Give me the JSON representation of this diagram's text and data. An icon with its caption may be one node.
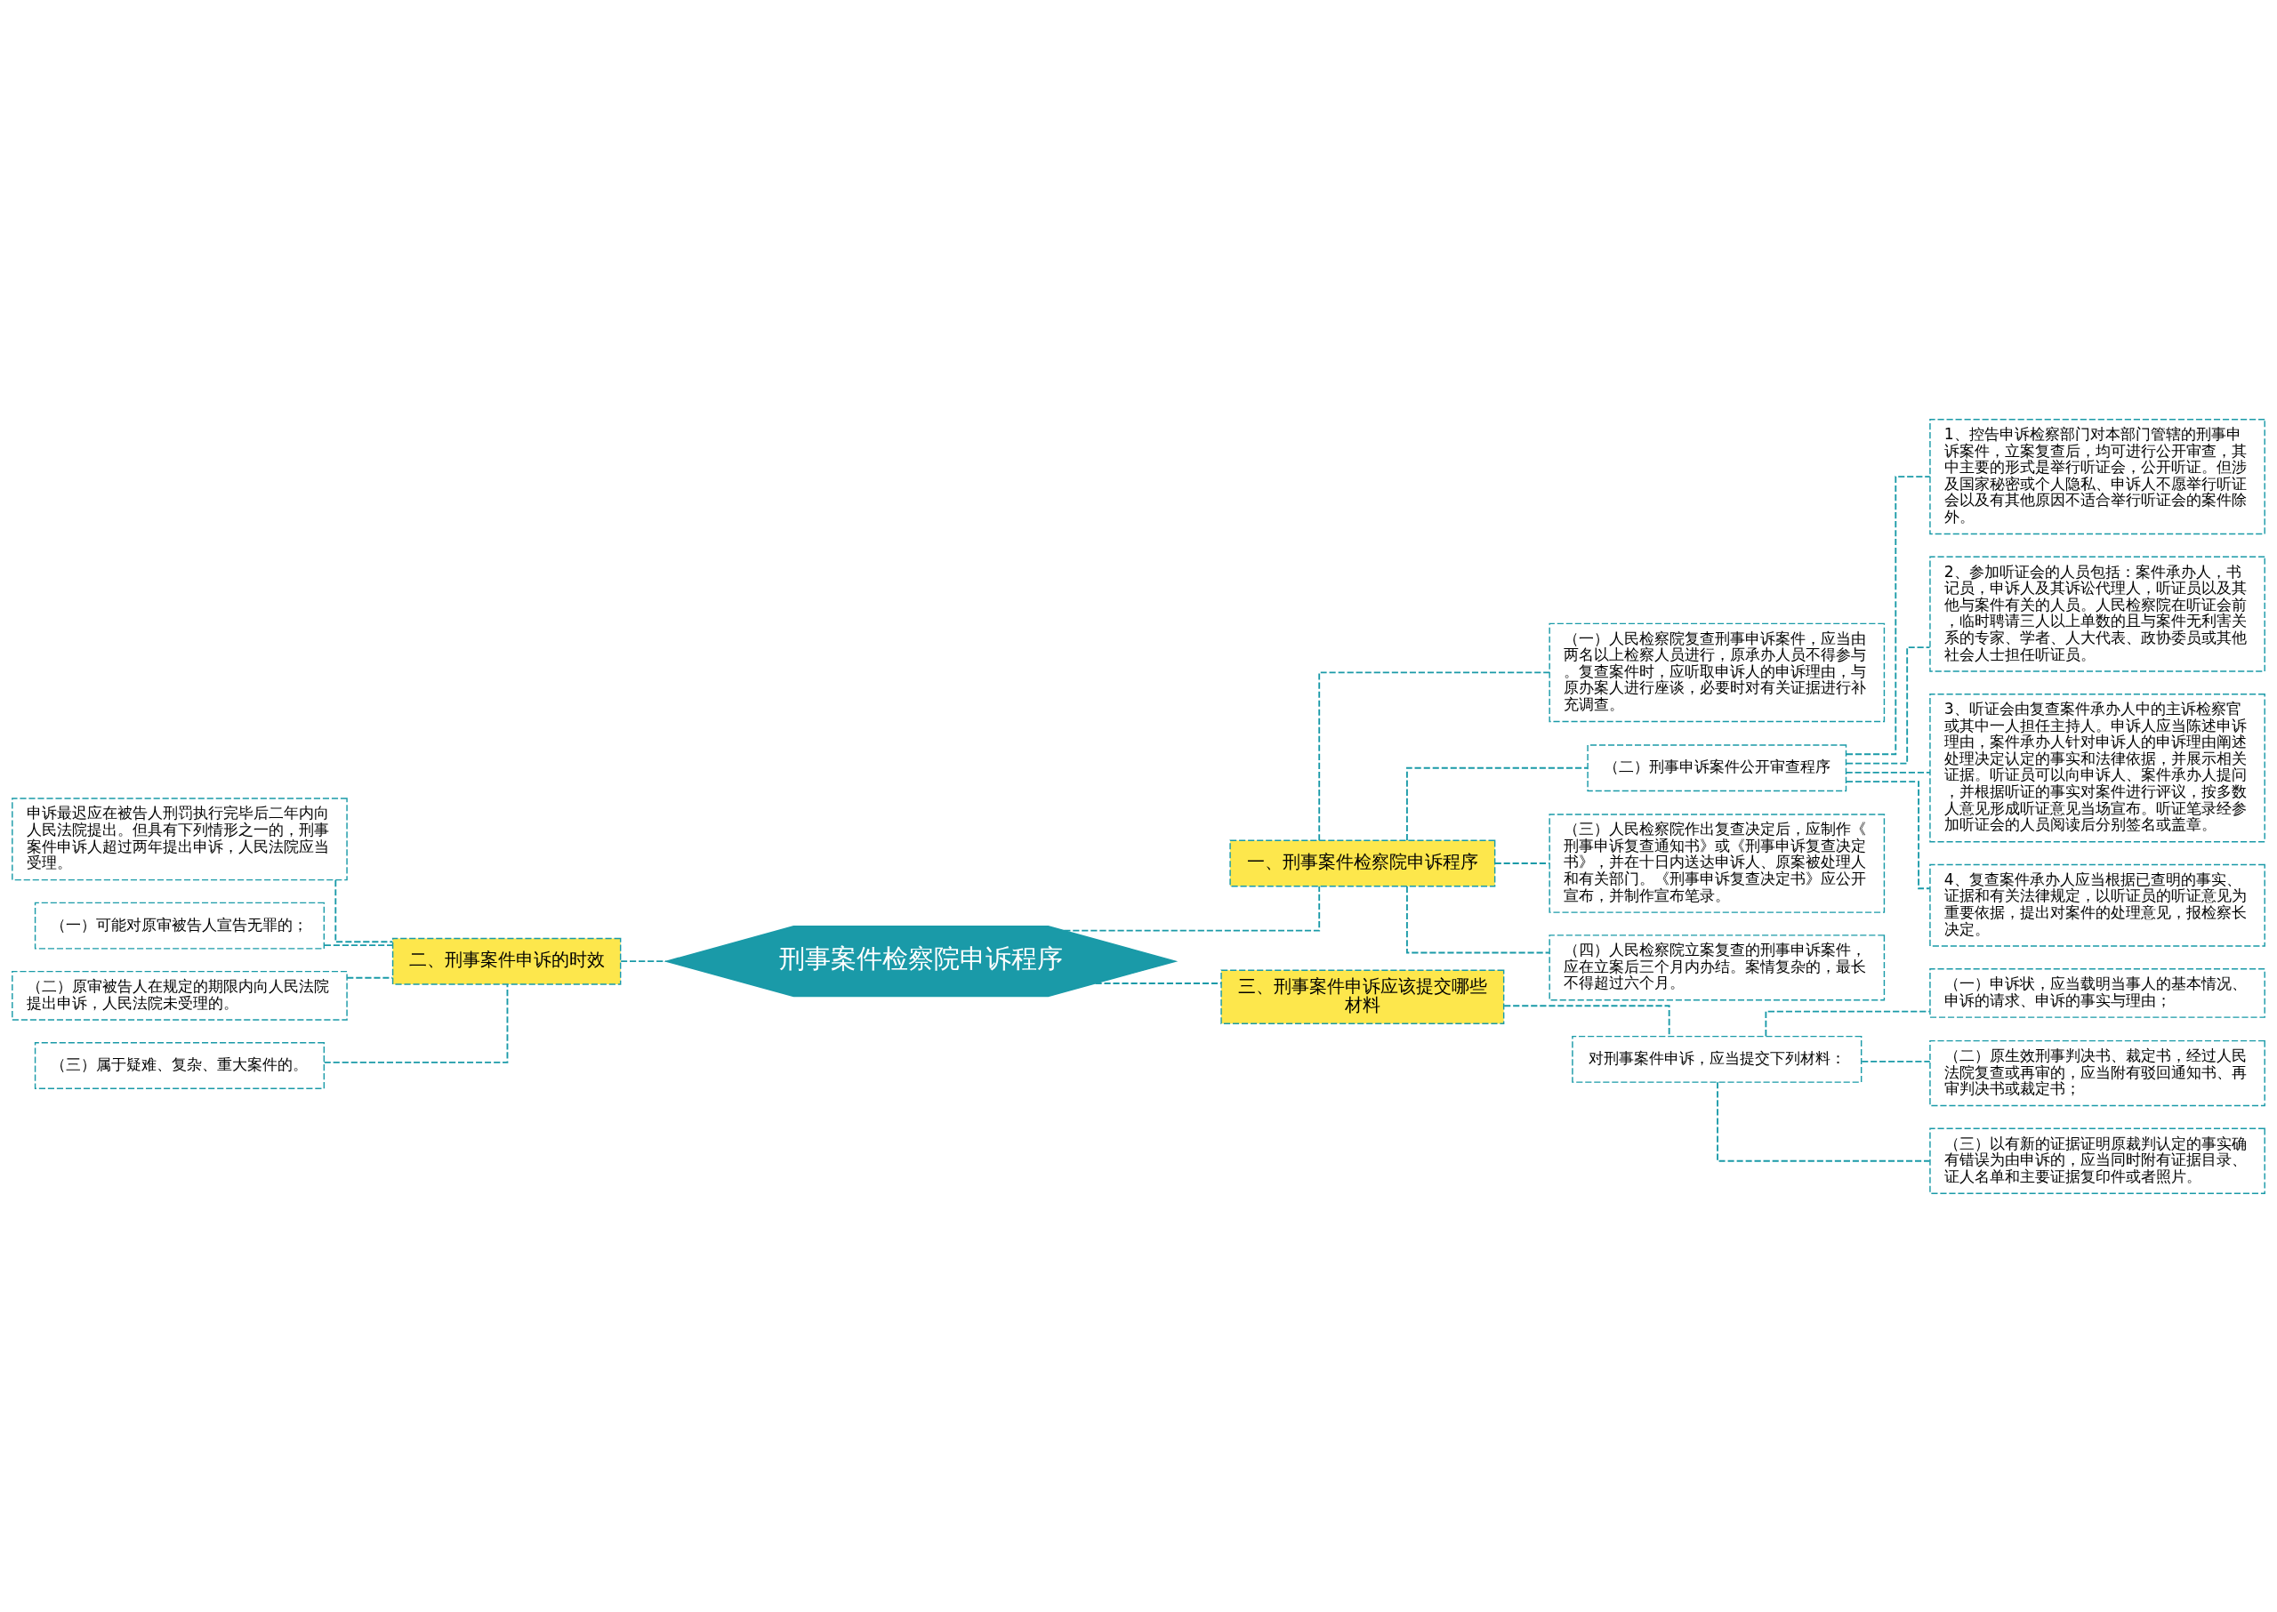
{
  "diagram": {
    "nodes": [
      {
        "text": [
          "刑事案件检察院申诉程序"
        ]
      },
      {
        "text": [
          "一、刑事案件检察院申诉程序"
        ]
      },
      {
        "text": [
          "（一）人民检察院复查刑事申诉案件，应当由两名以上检察人员进行，原承办人员不得参与。复查案件时，应听取申诉人的申诉理由，与原办案人进行座谈，必要时对有关证据进行补充调查。"
        ]
      },
      {
        "text": [
          "（二）刑事申诉案件公开审查程序"
        ]
      },
      {
        "text": [
          "1、控告申诉检察部门对本部门管辖的刑事申诉案件，立案复查后，均可进行公开审查，其中主要的形式是举行听证会，公开听证。但涉及国家秘密或个人隐私、申诉人不愿举行听证会以及有其他原因不适合举行听证会的案件除外。"
        ]
      },
      {
        "text": [
          "2、参加听证会的人员包括：案件承办人，书记员，申诉人及其诉讼代理人，听证员以及其他与案件有关的人员。人民检察院在听证会前，临时聘请三人以上单数的且与案件无利害关系的专家、学者、人大代表、政协委员或其他社会人士担任听证员。"
        ]
      },
      {
        "text": [
          "3、听证会由复查案件承办人中的主诉检察官或其中一人担任主持人。申诉人应当陈述申诉理由，案件承办人针对申诉人的申诉理由阐述处理决定认定的事实和法律依据，并展示相关证据。听证员可以向申诉人、案件承办人提问，并根据听证的事实对案件进行评议，按多数人意见形成听证意见当场宣布。听证笔录经参加听证会的人员阅读后分别签名或盖章。"
        ]
      },
      {
        "text": [
          "4、复查案件承办人应当根据已查明的事实、证据和有关法律规定，以听证员的听证意见为重要依据，提出对案件的处理意见，报检察长决定。"
        ]
      },
      {
        "text": [
          "（三）人民检察院作出复查决定后，应制作《刑事申诉复查通知书》或《刑事申诉复查决定书》，并在十日内送达申诉人、原案被处理人和有关部门。《刑事申诉复查决定书》应公开宣布，并制作宣布笔录。"
        ]
      },
      {
        "text": [
          "（四）人民检察院立案复查的刑事申诉案件，应在立案后三个月内办结。案情复杂的，最长不得超过六个月。"
        ]
      },
      {
        "text": [
          "二、刑事案件申诉的时效"
        ]
      },
      {
        "text": [
          "申诉最迟应在被告人刑罚执行完毕后二年内向人民法院提出。但具有下列情形之一的，刑事案件申诉人超过两年提出申诉，人民法院应当受理。"
        ]
      },
      {
        "text": [
          "（一）可能对原审被告人宣告无罪的；"
        ]
      },
      {
        "text": [
          "（二）原审被告人在规定的期限内向人民法院提出申诉，人民法院未受理的。"
        ]
      },
      {
        "text": [
          "（三）属于疑难、复杂、重大案件的。"
        ]
      },
      {
        "text": [
          "三、刑事案件申诉应该提交哪些材料"
        ]
      },
      {
        "text": [
          "对刑事案件申诉，应当提交下列材料："
        ]
      },
      {
        "text": [
          "（一）申诉状，应当载明当事人的基本情况、申诉的请求、申诉的事实与理由；"
        ]
      },
      {
        "text": [
          "（二）原生效刑事判决书、裁定书，经过人民法院复查或再审的，应当附有驳回通知书、再审判决书或裁定书；"
        ]
      },
      {
        "text": [
          "（三）以有新的证据证明原裁判认定的事实确有错误为由申诉的，应当同时附有证据目录、证人名单和主要证据复印件或者照片。"
        ]
      }
    ],
    "edges": [
      {
        "from": 0,
        "to": 1,
        "arrow": "none"
      },
      {
        "from": 1,
        "to": 2,
        "arrow": "none"
      },
      {
        "from": 1,
        "to": 3,
        "arrow": "none"
      },
      {
        "from": 3,
        "to": 4,
        "arrow": "none"
      },
      {
        "from": 3,
        "to": 5,
        "arrow": "none"
      },
      {
        "from": 3,
        "to": 6,
        "arrow": "none"
      },
      {
        "from": 3,
        "to": 7,
        "arrow": "none"
      },
      {
        "from": 1,
        "to": 8,
        "arrow": "none"
      },
      {
        "from": 1,
        "to": 9,
        "arrow": "none"
      },
      {
        "from": 0,
        "to": 10,
        "arrow": "none"
      },
      {
        "from": 10,
        "to": 11,
        "arrow": "none"
      },
      {
        "from": 10,
        "to": 12,
        "arrow": "none"
      },
      {
        "from": 10,
        "to": 13,
        "arrow": "none"
      },
      {
        "from": 10,
        "to": 14,
        "arrow": "none"
      },
      {
        "from": 0,
        "to": 15,
        "arrow": "none"
      },
      {
        "from": 15,
        "to": 16,
        "arrow": "none"
      },
      {
        "from": 16,
        "to": 17,
        "arrow": "none"
      },
      {
        "from": 16,
        "to": 18,
        "arrow": "none"
      },
      {
        "from": 16,
        "to": 19,
        "arrow": "none"
      }
    ]
  }
}
